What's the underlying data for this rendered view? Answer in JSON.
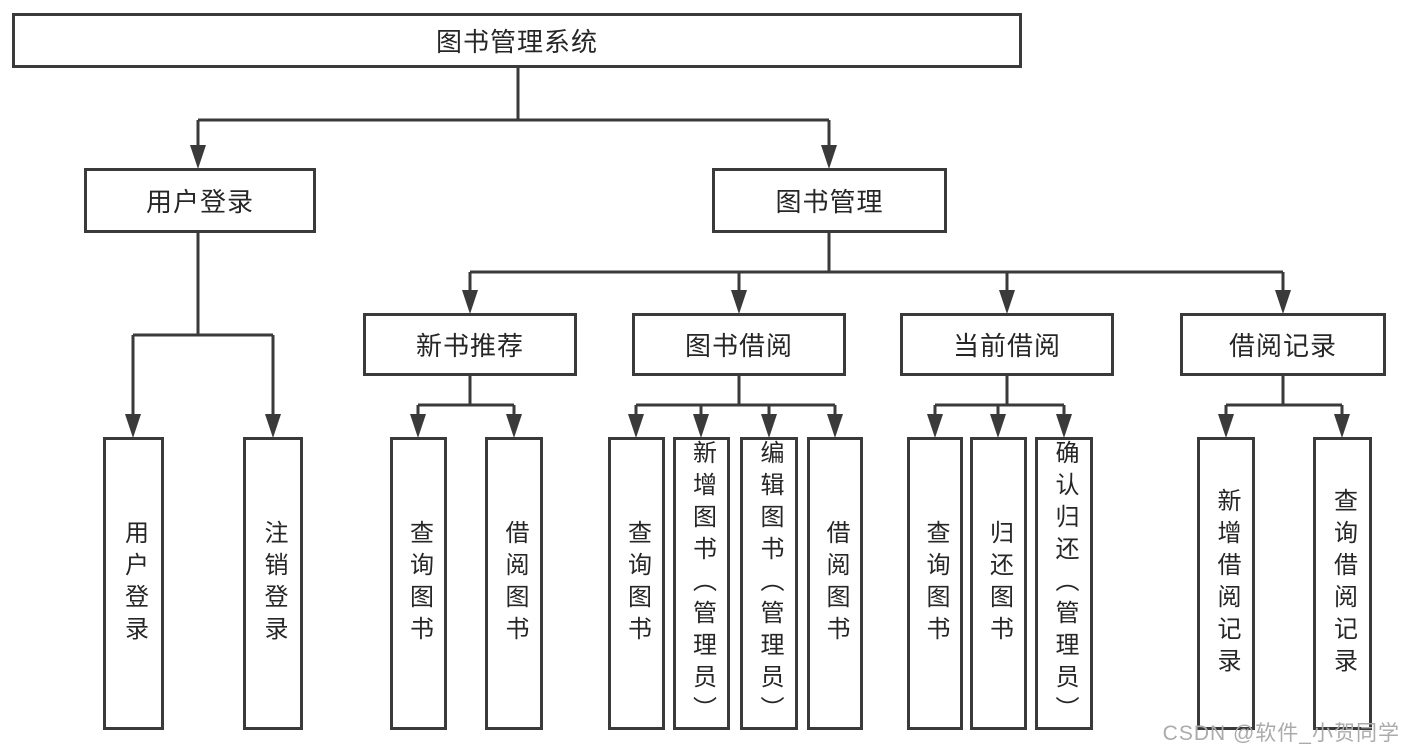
{
  "root": {
    "label": "图书管理系统"
  },
  "branches": {
    "user_login": {
      "label": "用户登录",
      "children": [
        {
          "label": "用户登录"
        },
        {
          "label": "注销登录"
        }
      ]
    },
    "book_mgmt": {
      "label": "图书管理",
      "sections": [
        {
          "label": "新书推荐",
          "children": [
            {
              "label": "查询图书"
            },
            {
              "label": "借阅图书"
            }
          ]
        },
        {
          "label": "图书借阅",
          "children": [
            {
              "label": "查询图书"
            },
            {
              "label": "新增图书（管理员）"
            },
            {
              "label": "编辑图书（管理员）"
            },
            {
              "label": "借阅图书"
            }
          ]
        },
        {
          "label": "当前借阅",
          "children": [
            {
              "label": "查询图书"
            },
            {
              "label": "归还图书"
            },
            {
              "label": "确认归还（管理员）"
            }
          ]
        },
        {
          "label": "借阅记录",
          "children": [
            {
              "label": "新增借阅记录"
            },
            {
              "label": "查询借阅记录"
            }
          ]
        }
      ]
    }
  },
  "watermark": {
    "text": "CSDN @软件_小贺同学"
  },
  "colors": {
    "line": "#3a3a3a",
    "box_border": "#3a3a3a",
    "text": "#262626",
    "watermark": "#ababab",
    "background": "#ffffff"
  }
}
